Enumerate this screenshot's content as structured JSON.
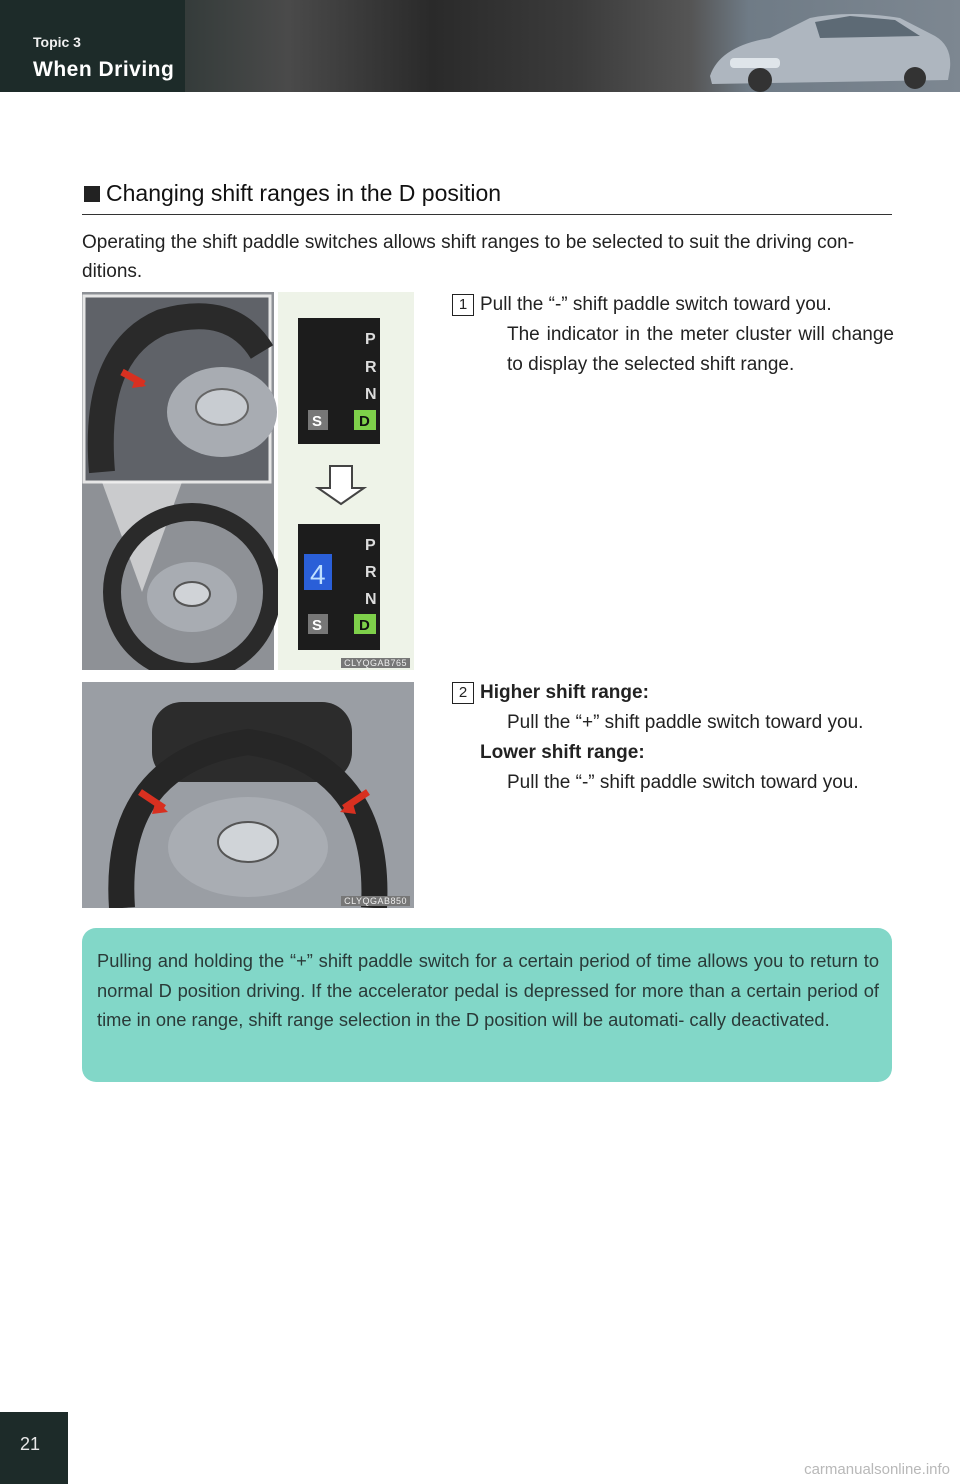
{
  "header": {
    "topic": "Topic 3",
    "title": "When Driving"
  },
  "section": {
    "heading": "Changing shift ranges in the D position",
    "intro": "Operating the shift paddle switches allows shift ranges to be selected to suit the driving con- ditions."
  },
  "figure1": {
    "code": "CLYQGAB765",
    "indicator_top": [
      "P",
      "R",
      "N",
      "S",
      "D"
    ],
    "indicator_bottom": [
      "P",
      "R",
      "N",
      "S",
      "D"
    ],
    "gear_display": "4"
  },
  "figure2": {
    "code": "CLYQGAB850"
  },
  "steps": {
    "step1_num": "1",
    "step1_text": "Pull the “-” shift paddle switch toward you.",
    "step1_sub": "The indicator in the meter cluster will change to display the selected shift range.",
    "step2_num": "2",
    "step2_higher_label": "Higher shift range:",
    "step2_higher_text": "Pull the “+” shift paddle switch toward you.",
    "step2_lower_label": "Lower shift range:",
    "step2_lower_text": "Pull the “-” shift paddle switch toward you."
  },
  "note": {
    "text": "Pulling and holding the “+” shift paddle switch for a certain period of time allows you to return to normal D position driving. If the accelerator pedal is depressed for more than a certain period of time in one range, shift range selection in the D position will be automati- cally deactivated."
  },
  "footer": {
    "page_number": "21",
    "watermark": "carmanualsonline.info"
  },
  "colors": {
    "note_bg": "#82d7c8",
    "banner_dark": "#1d2b29",
    "indicator_green": "#7ed04a",
    "gear_blue": "#2a5fd8"
  }
}
